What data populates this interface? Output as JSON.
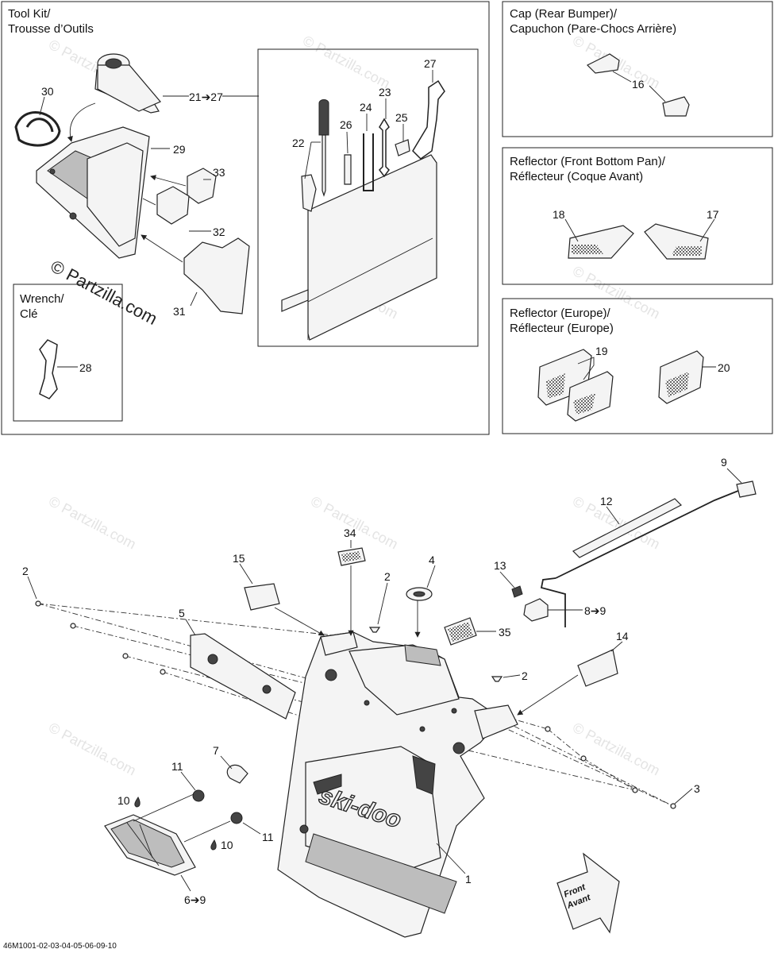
{
  "watermark_text": "© Partzilla.com",
  "panels": {
    "tool_kit": {
      "title_line1": "Tool Kit/",
      "title_line2": "Trousse d’Outils"
    },
    "wrench": {
      "title_line1": "Wrench/",
      "title_line2": "Clé"
    },
    "cap": {
      "title_line1": "Cap (Rear Bumper)/",
      "title_line2": "Capuchon (Pare-Chocs Arrière)"
    },
    "reflector_front": {
      "title_line1": "Reflector (Front Bottom Pan)/",
      "title_line2": "Réflecteur (Coque Avant)"
    },
    "reflector_europe": {
      "title_line1": "Reflector (Europe)/",
      "title_line2": "Réflecteur (Europe)"
    }
  },
  "callouts": {
    "c1": "1",
    "c2a": "2",
    "c2b": "2",
    "c2c": "2",
    "c3": "3",
    "c4": "4",
    "c5": "5",
    "c6_9": "6➔9",
    "c7": "7",
    "c8_9": "8➔9",
    "c9": "9",
    "c10a": "10",
    "c10b": "10",
    "c11a": "11",
    "c11b": "11",
    "c12": "12",
    "c13": "13",
    "c14": "14",
    "c15": "15",
    "c16": "16",
    "c17": "17",
    "c18": "18",
    "c19": "19",
    "c20": "20",
    "c21_27": "21➔27",
    "c22": "22",
    "c23": "23",
    "c24": "24",
    "c25": "25",
    "c26": "26",
    "c27": "27",
    "c28": "28",
    "c29": "29",
    "c30": "30",
    "c31": "31",
    "c32": "32",
    "c33": "33",
    "c34": "34",
    "c35": "35"
  },
  "brand_logo": "ski-doo",
  "front_arrow": {
    "line1": "Front",
    "line2": "Avant"
  },
  "drawing_code": "46M1001-02-03-04-05-06-09-10"
}
